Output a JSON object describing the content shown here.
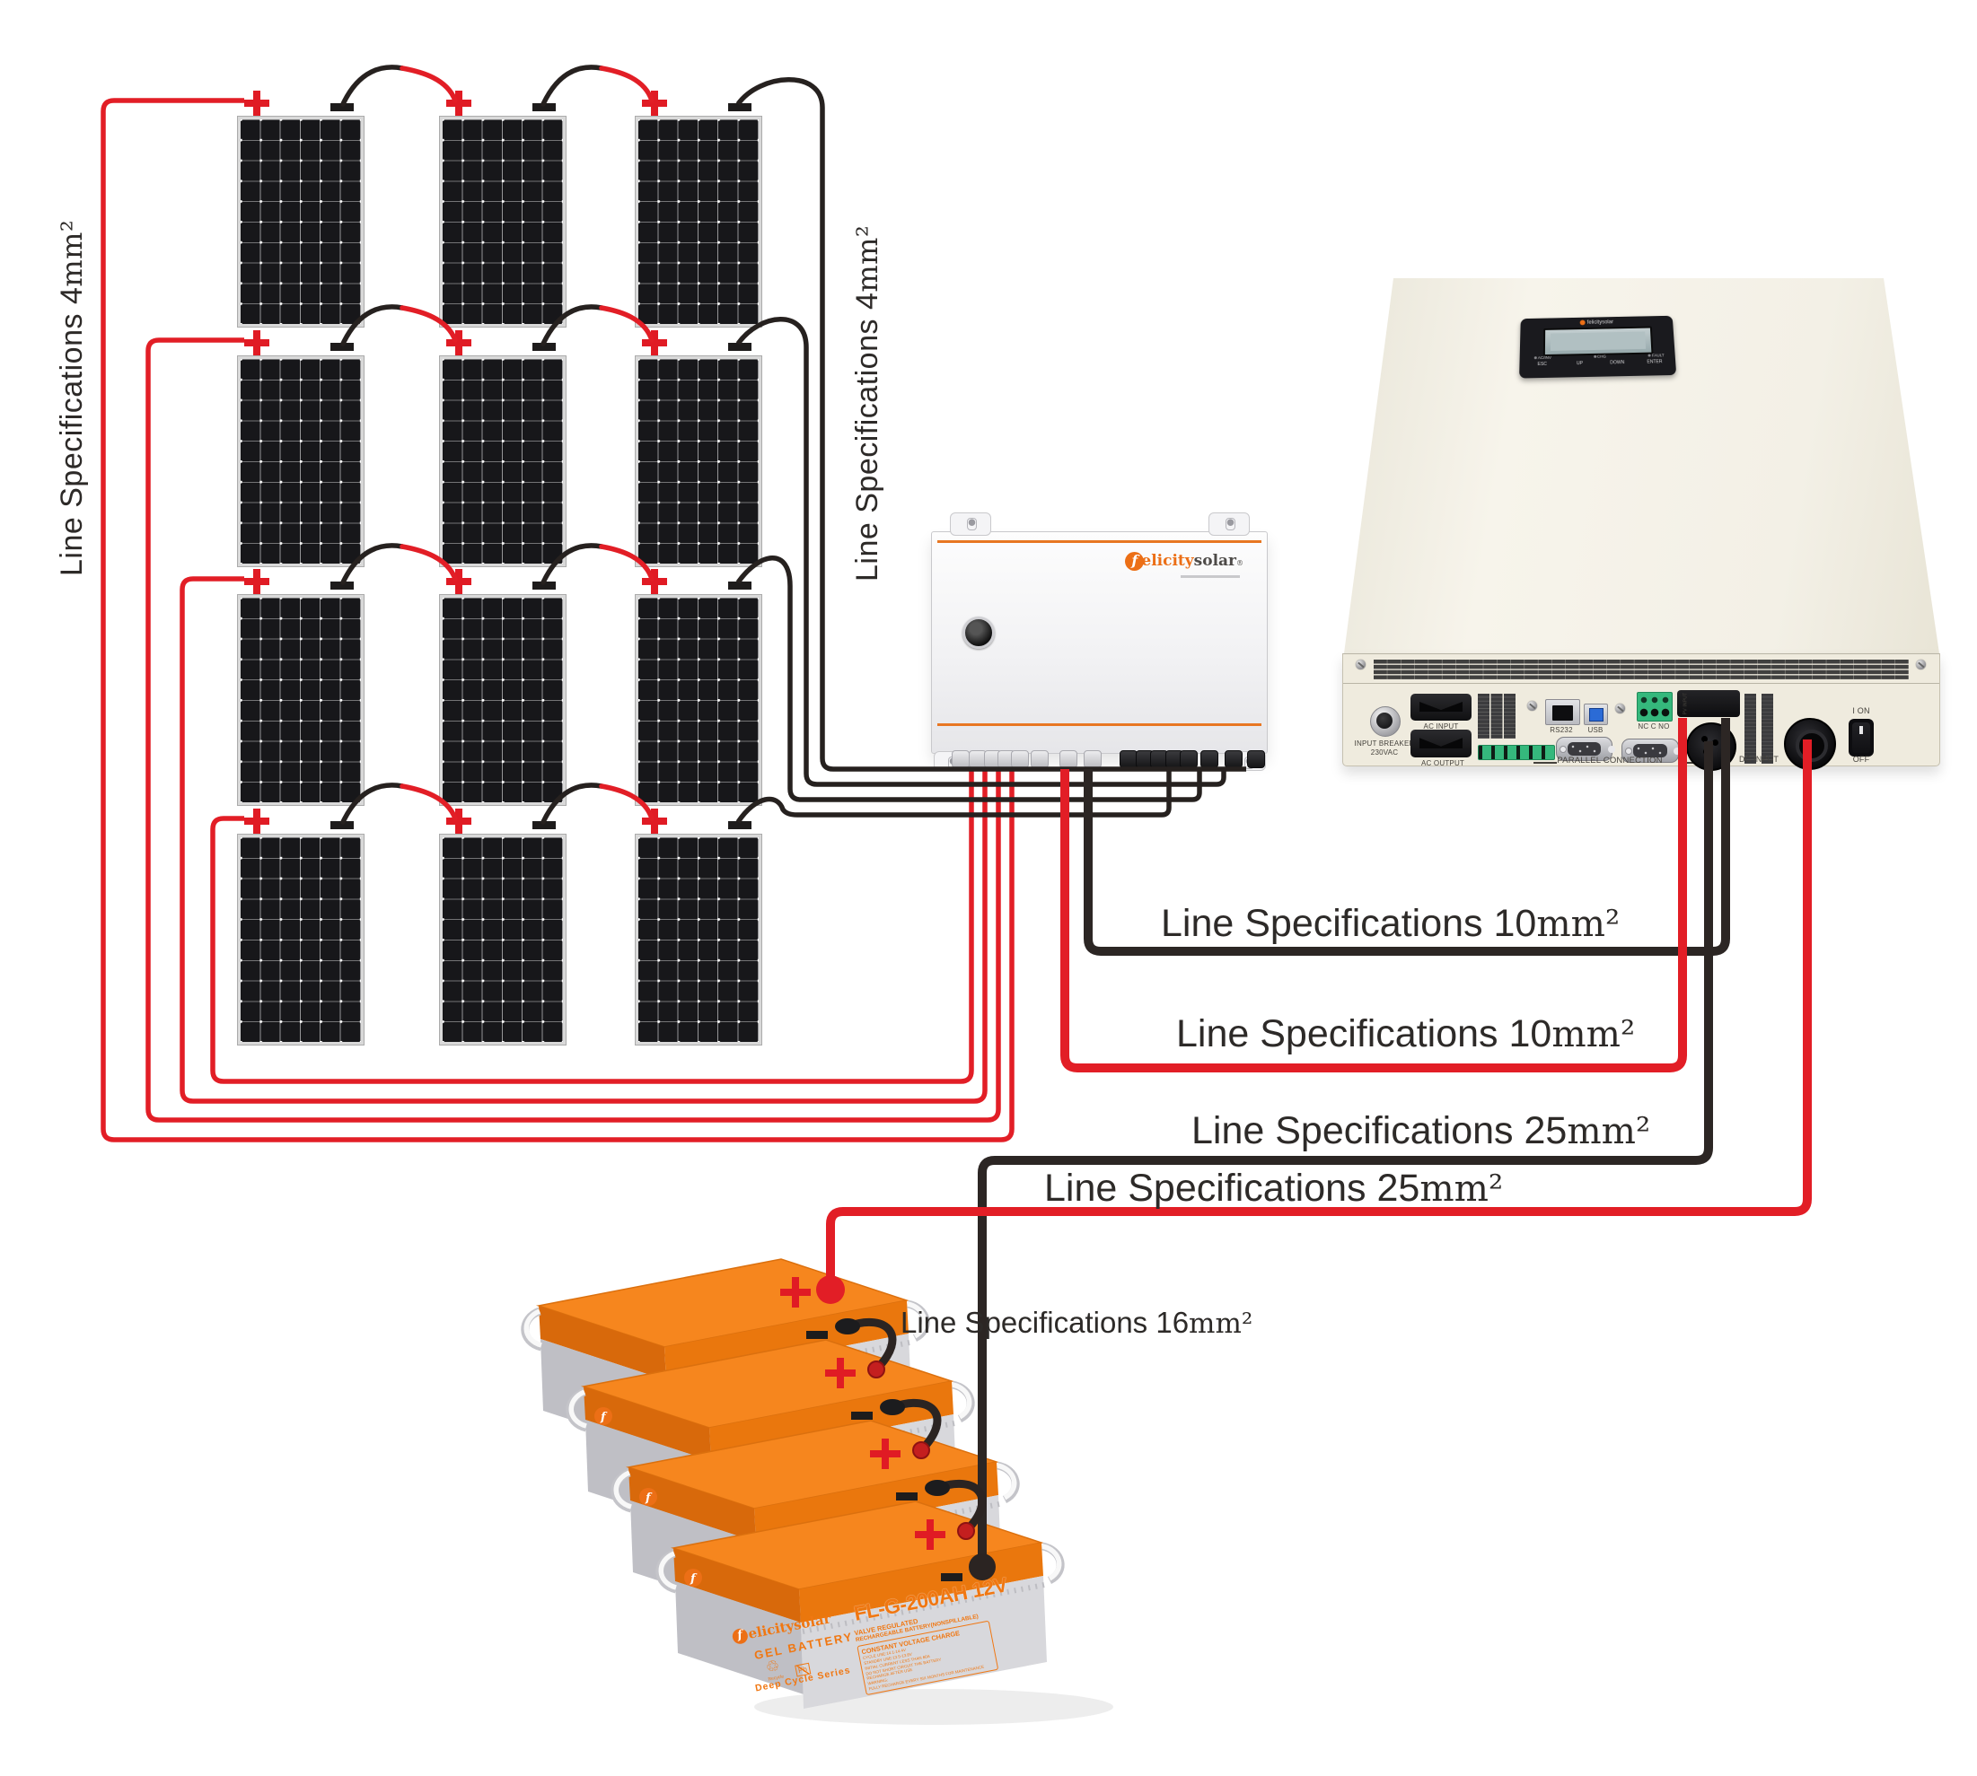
{
  "colors": {
    "wire_red": "#e21e26",
    "wire_black": "#282321",
    "brand_orange": "#ec6f16",
    "battery_orange": "#f6861e",
    "text": "#2d2a28"
  },
  "labels": {
    "array_left": {
      "text": "Line Specifications 4",
      "unit": "mm²"
    },
    "array_mid": {
      "text": "Line Specifications 4",
      "unit": "mm²"
    },
    "wire_specs": [
      {
        "text": "Line Specifications 10",
        "unit": "mm²",
        "wire": "black"
      },
      {
        "text": "Line Specifications 10",
        "unit": "mm²",
        "wire": "red"
      },
      {
        "text": "Line Specifications 25",
        "unit": "mm²",
        "wire": "black"
      },
      {
        "text": "Line Specifications 25",
        "unit": "mm²",
        "wire": "red"
      },
      {
        "text": "Line Specifications 16",
        "unit": "mm²",
        "wire": "black"
      }
    ]
  },
  "solar_array": {
    "rows": 4,
    "cols": 3,
    "polarity_marks": {
      "positive": "plus-mark",
      "negative": "minus-mark"
    }
  },
  "combiner": {
    "brand": {
      "f": "f",
      "part1": "elicity",
      "part2": "solar",
      "reg": "®"
    }
  },
  "inverter": {
    "display": {
      "brand": "felicitysolar",
      "leds": [
        "AC/INV",
        "CHG",
        "FAULT"
      ],
      "buttons": [
        "ESC",
        "UP",
        "DOWN",
        "ENTER"
      ]
    },
    "ports": {
      "input_breaker_1": "INPUT BREAKER",
      "input_breaker_2": "230VAC",
      "ac_input": "AC INPUT",
      "ac_output": "AC OUTPUT",
      "rs232": "RS232",
      "usb": "USB",
      "relay": "NC C NO",
      "parallel": "PARALLEL CONNECTION",
      "pv_input": "PV INPUT",
      "dc_input": "DC INPUT",
      "switch_on": "I ON",
      "switch_off": "OFF"
    }
  },
  "battery": {
    "count": 4,
    "brand_f": "f",
    "brand_rest": "elicitysolar",
    "type": "GEL BATTERY",
    "recycle": "Recycle",
    "pb": "Pb",
    "series": "Deep Cycle Series",
    "model": "FL-G-200AH 12V",
    "valve": "VALVE REGULATED",
    "rechargeable": "RECHARGEABLE BATTERY(NONSPILLABLE)",
    "charge": {
      "title": "CONSTANT VOLTAGE CHARGE",
      "lines": [
        "CYCLE USE:14.1-14.4V",
        "STANDBY USE:13.5-13.8V",
        "INITIAL CURRENT LESS THAN 60A",
        "DO NOT SHORT CIRCUIT THE BATTERY",
        "RECHARGE AFTER USE",
        "WARNING:",
        "FULLY RECHARGE EVERY SIX MONTHS FOR MAINTENANCE"
      ]
    }
  }
}
